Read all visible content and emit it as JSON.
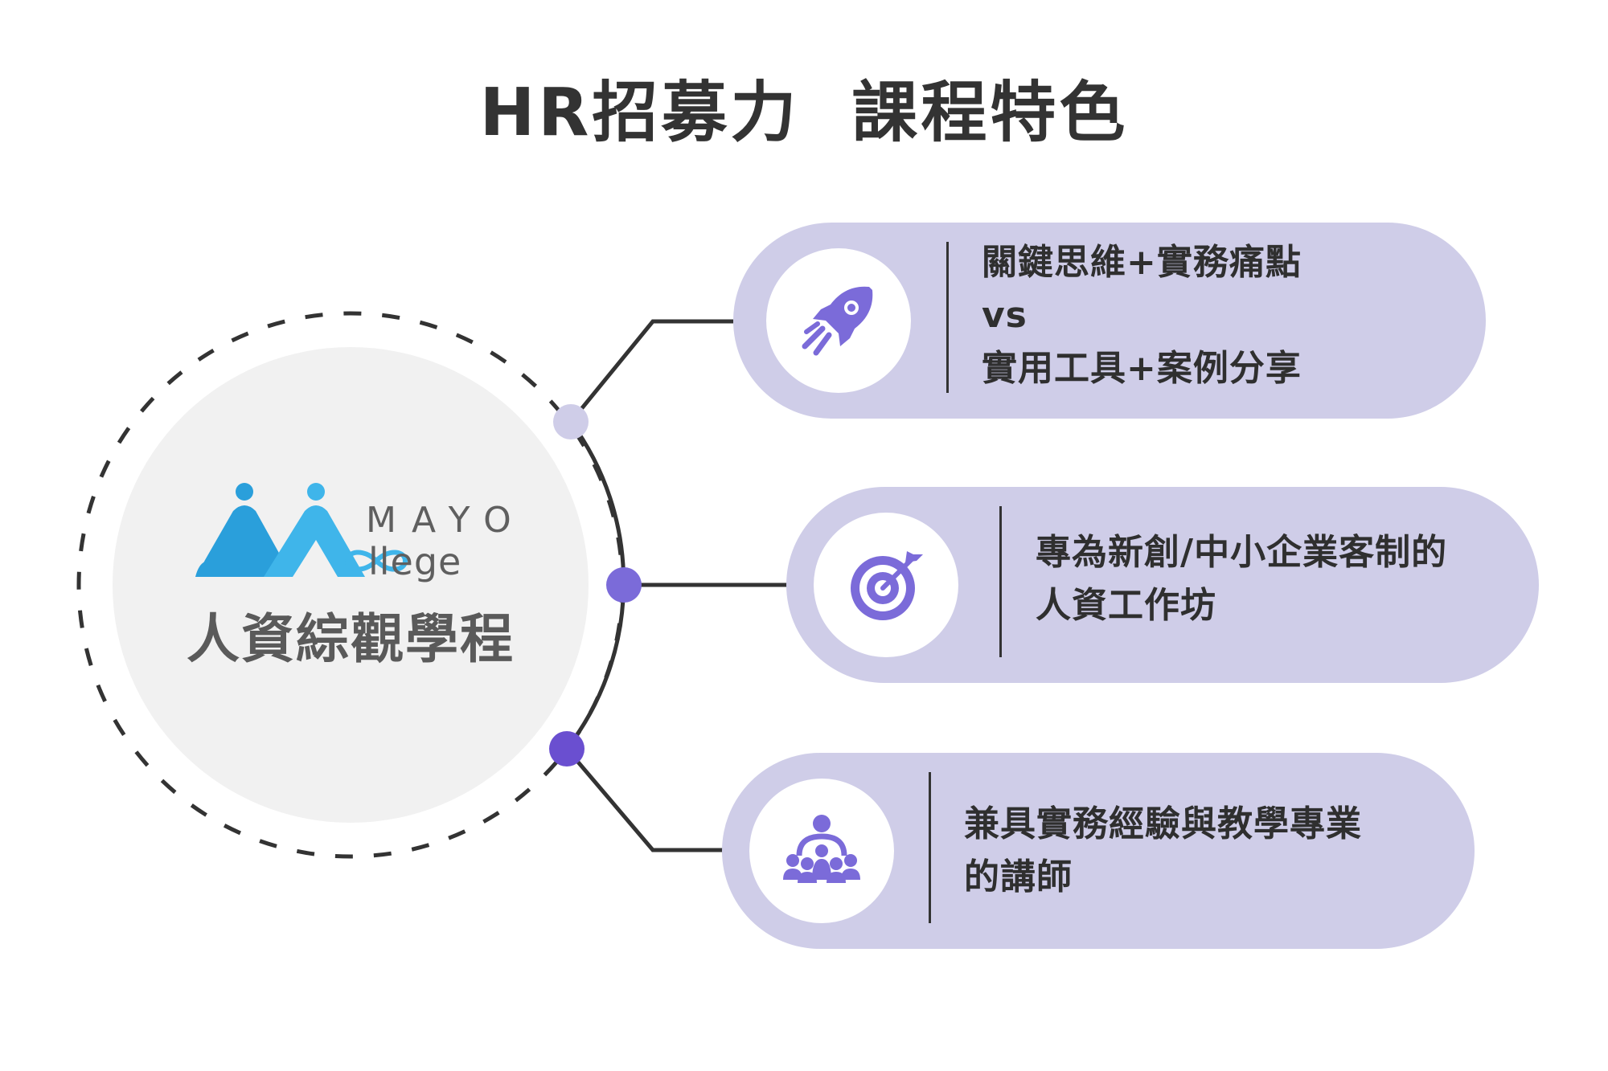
{
  "title": "HR招募力  課程特色",
  "hub": {
    "brand_top": "MAYO",
    "brand_bottom": "llege",
    "caption": "人資綜觀學程"
  },
  "features": [
    {
      "icon": "rocket-icon",
      "lines": [
        "關鍵思維+實務痛點",
        "vs",
        "實用工具+案例分享"
      ]
    },
    {
      "icon": "target-icon",
      "lines": [
        "專為新創/中小企業客制的",
        "人資工作坊"
      ]
    },
    {
      "icon": "people-group-icon",
      "lines": [
        "兼具實務經驗與教學專業",
        "的講師"
      ]
    }
  ],
  "colors": {
    "pill": "#cfcde8",
    "icon": "#7b6bd9",
    "node_light": "#cfcde8",
    "node_mid": "#7b6bd9",
    "node_dark": "#6a4fd0",
    "logo_blue": "#2a9fdb",
    "logo_blue_light": "#3fb5ea",
    "line": "#333333"
  }
}
